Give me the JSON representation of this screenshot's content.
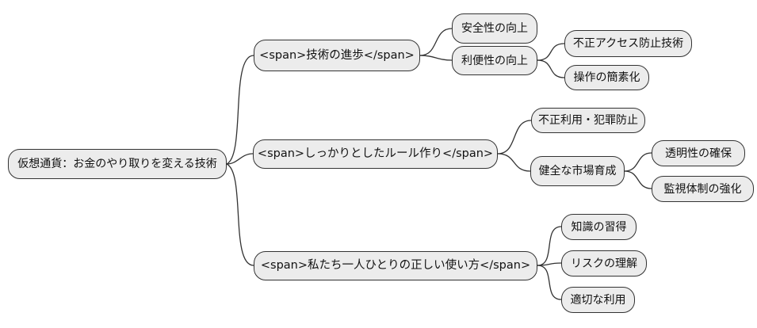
{
  "diagram": {
    "type": "mindmap",
    "colors": {
      "background": "#ffffff",
      "node_fill": "#ececec",
      "node_border": "#333333",
      "connector": "#333333",
      "text": "#111111"
    },
    "root": {
      "label": "仮想通貨：お金のやり取りを変える技術"
    },
    "branches": [
      {
        "label": "<span>技術の進歩</span>",
        "children": [
          {
            "label": "安全性の向上",
            "children": []
          },
          {
            "label": "利便性の向上",
            "children": [
              {
                "label": "不正アクセス防止技術",
                "children": []
              },
              {
                "label": "操作の簡素化",
                "children": []
              }
            ]
          }
        ]
      },
      {
        "label": "<span>しっかりとしたルール作り</span>",
        "children": [
          {
            "label": "不正利用・犯罪防止",
            "children": []
          },
          {
            "label": "健全な市場育成",
            "children": [
              {
                "label": "透明性の確保",
                "children": []
              },
              {
                "label": "監視体制の強化",
                "children": []
              }
            ]
          }
        ]
      },
      {
        "label": "<span>私たち一人ひとりの正しい使い方</span>",
        "children": [
          {
            "label": "知識の習得",
            "children": []
          },
          {
            "label": "リスクの理解",
            "children": []
          },
          {
            "label": "適切な利用",
            "children": []
          }
        ]
      }
    ]
  }
}
